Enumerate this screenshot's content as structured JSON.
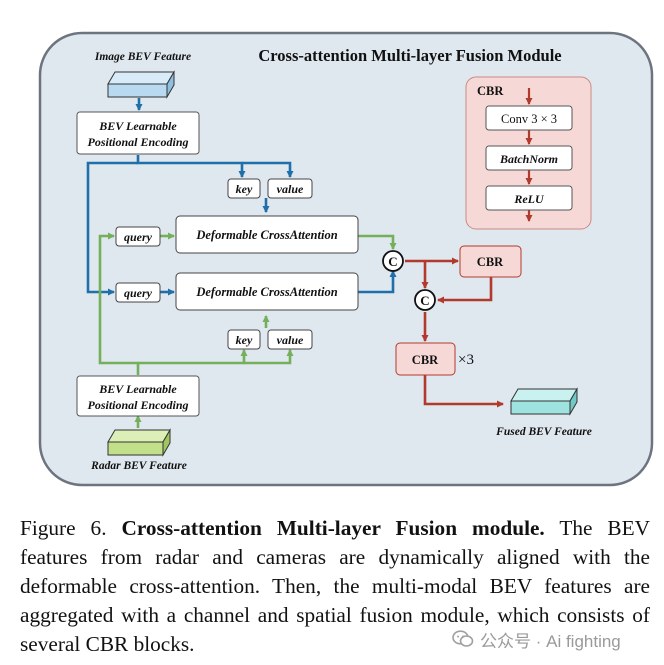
{
  "module_title": "Cross-attention Multi-layer Fusion Module",
  "image_bev_label": "Image BEV Feature",
  "radar_bev_label": "Radar BEV Feature",
  "fused_bev_label": "Fused BEV Feature",
  "pos_enc_top": [
    "BEV Learnable",
    "Positional Encoding"
  ],
  "pos_enc_bottom": [
    "BEV Learnable",
    "Positional Encoding"
  ],
  "key_label": "key",
  "value_label": "value",
  "query_label": "query",
  "deform_attn_label": "Deformable CrossAttention",
  "concat_symbol": "C",
  "cbr_label": "CBR",
  "times_three": "×3",
  "cbr_legend": {
    "title": "CBR",
    "conv": "Conv 3 × 3",
    "batchnorm": "BatchNorm",
    "relu": "ReLU"
  },
  "caption": {
    "prefix": "Figure 6. ",
    "bold": "Cross-attention Multi-layer Fusion module.",
    "rest": " The BEV features from radar and cameras are dynamically aligned with the deformable cross-attention. Then, the multi-modal BEV features are aggregated with a channel and spatial fusion module, which consists of several CBR blocks."
  },
  "watermark": "公众号 · Ai fighting",
  "colors": {
    "blue": "#1f6fa8",
    "green": "#74b05a",
    "red": "#b13a2c",
    "module_bg": "#dfe7ef",
    "cbr_fill": "#f6d9d6",
    "image_bev_fill": "#b9d9f1",
    "radar_bev_fill": "#c2e08a",
    "fused_bev_fill": "#9fe3e0"
  }
}
